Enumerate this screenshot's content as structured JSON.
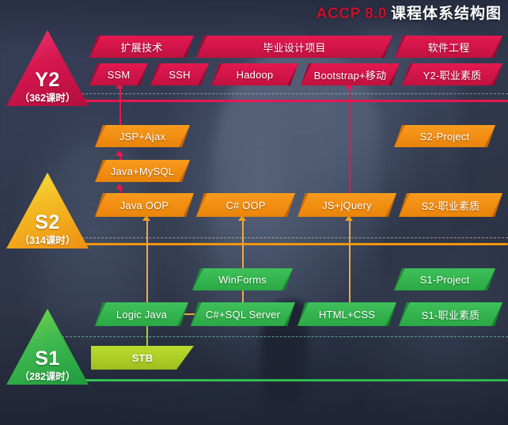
{
  "title": {
    "brand": "ACCP 8.0",
    "brand_color": "#c8102e",
    "text": "课程体系结构图",
    "text_color": "#ffffff"
  },
  "levels": [
    {
      "id": "y2",
      "name": "Y2",
      "hours": "（362课时）",
      "color": "#d1144a",
      "line_color": "#e8174f"
    },
    {
      "id": "s2",
      "name": "S2",
      "hours": "（314课时）",
      "color": "#f2a01a",
      "line_color": "#f0950f"
    },
    {
      "id": "s1",
      "name": "S1",
      "hours": "（282课时）",
      "color": "#2fb24b",
      "line_color": "#33c055"
    }
  ],
  "y2": {
    "row_top": [
      {
        "label": "扩展技术"
      },
      {
        "label": "毕业设计项目"
      },
      {
        "label": "软件工程"
      }
    ],
    "row_bottom": [
      {
        "label": "SSM"
      },
      {
        "label": "SSH"
      },
      {
        "label": "Hadoop"
      },
      {
        "label": "Bootstrap+移动"
      },
      {
        "label": "Y2-职业素质"
      }
    ]
  },
  "s2": {
    "jsp_ajax": {
      "label": "JSP+Ajax"
    },
    "s2_project": {
      "label": "S2-Project"
    },
    "java_mysql": {
      "label": "Java+MySQL"
    },
    "row_base": [
      {
        "label": "Java OOP"
      },
      {
        "label": "C# OOP"
      },
      {
        "label": "JS+jQuery"
      },
      {
        "label": "S2-职业素质"
      }
    ]
  },
  "s1": {
    "winforms": {
      "label": "WinForms"
    },
    "s1_project": {
      "label": "S1-Project"
    },
    "row_base": [
      {
        "label": "Logic Java"
      },
      {
        "label": "C#+SQL Server"
      },
      {
        "label": "HTML+CSS"
      },
      {
        "label": "S1-职业素质"
      }
    ],
    "stb": {
      "label": "STB"
    }
  }
}
